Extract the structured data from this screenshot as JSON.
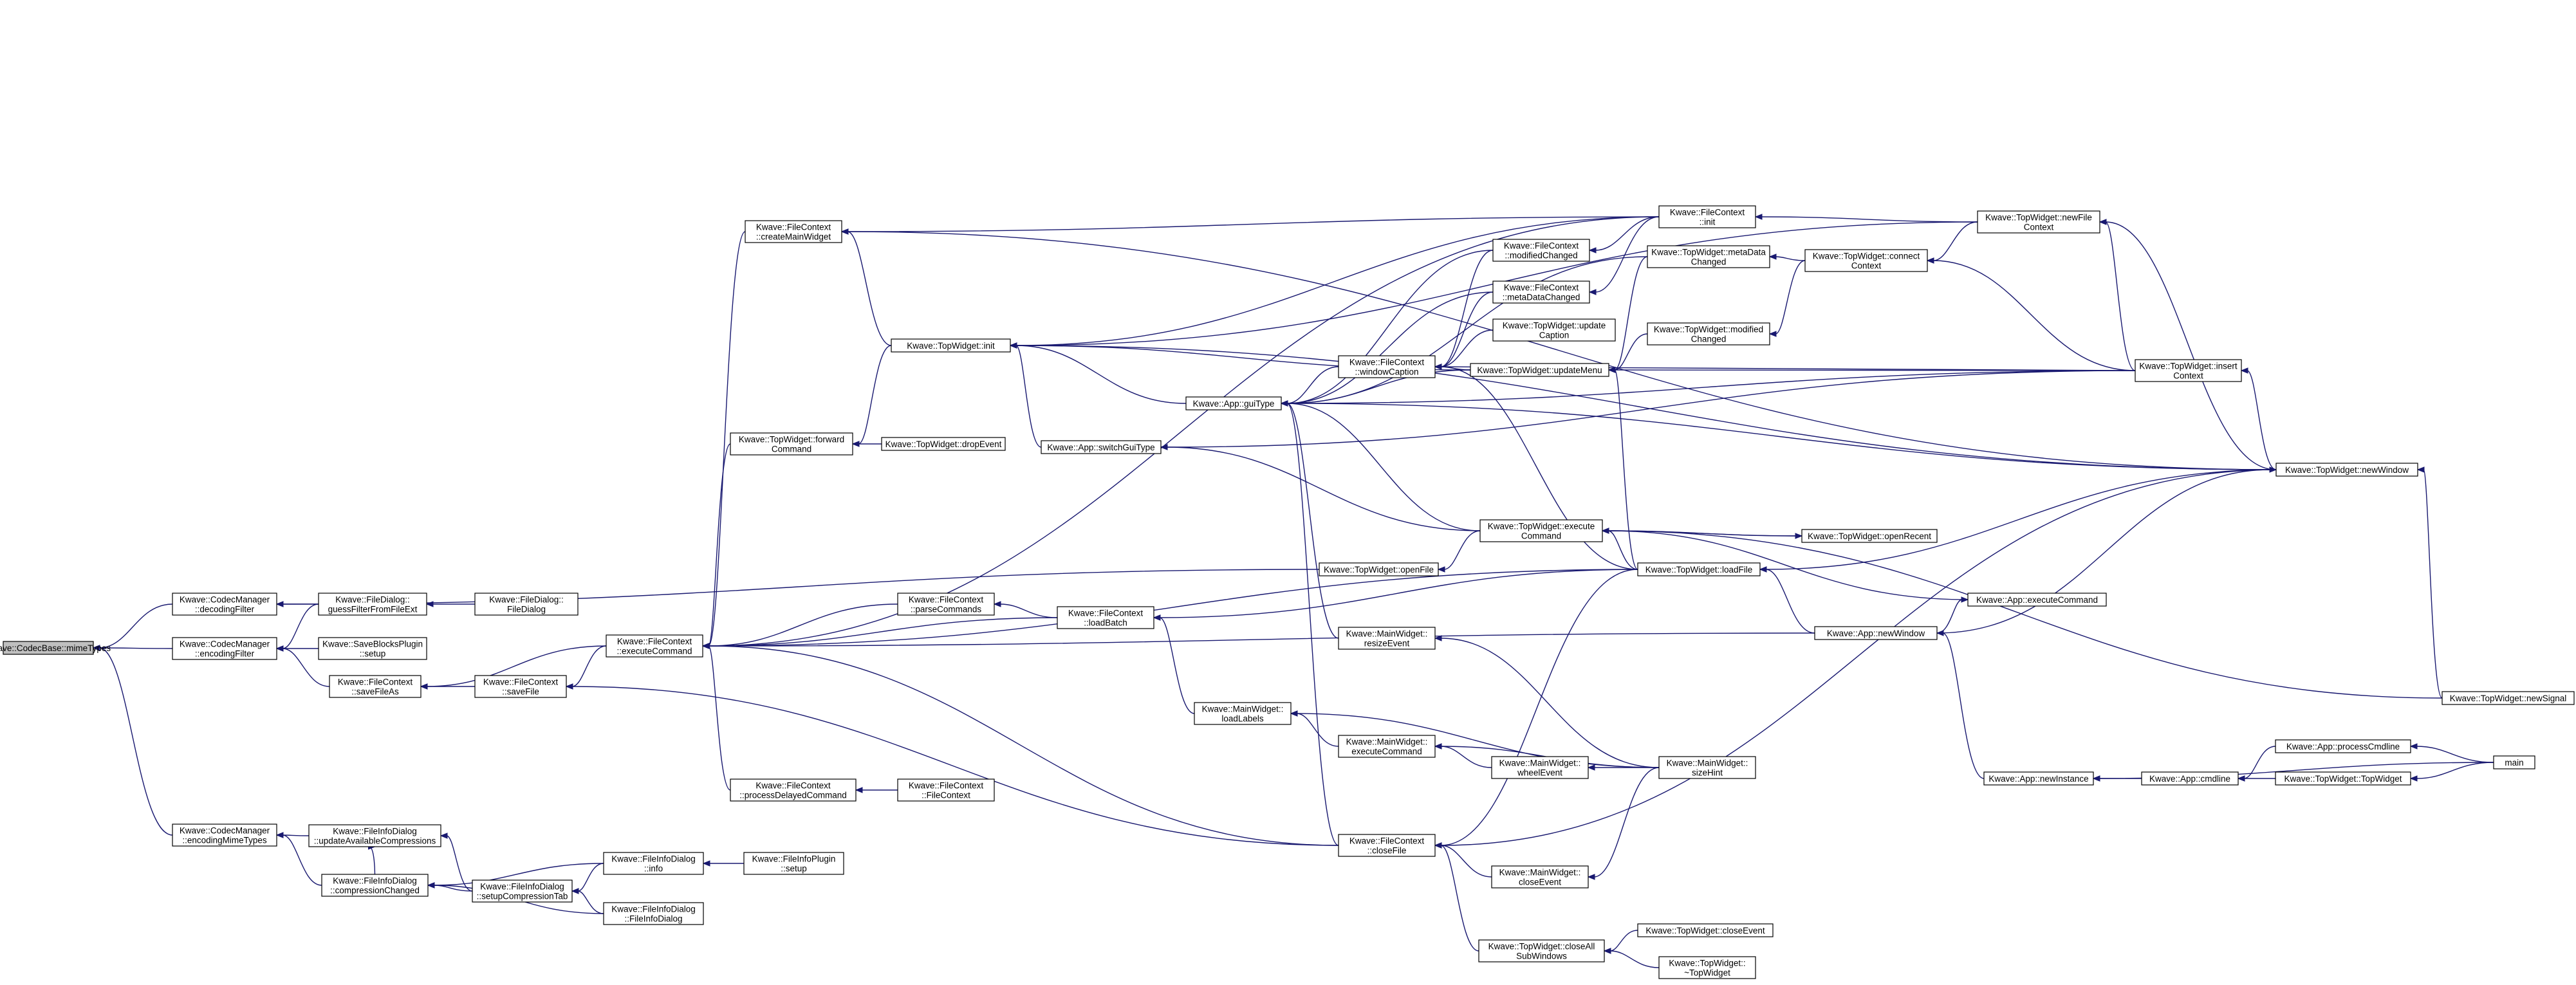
{
  "graph": {
    "title": "",
    "colors": {
      "edge": "#191970",
      "node_border": "#000000",
      "node_fill": "#ffffff",
      "root_fill": "#bfbfbf"
    },
    "nodes": [
      {
        "id": "codecbase_mimetypes",
        "lines": [
          "Kwave::CodecBase::mimeTypes"
        ],
        "root": true
      },
      {
        "id": "cm_decodingfilter",
        "lines": [
          "Kwave::CodecManager",
          "::decodingFilter"
        ]
      },
      {
        "id": "cm_encodingfilter",
        "lines": [
          "Kwave::CodecManager",
          "::encodingFilter"
        ]
      },
      {
        "id": "cm_encodingmimetypes",
        "lines": [
          "Kwave::CodecManager",
          "::encodingMimeTypes"
        ]
      },
      {
        "id": "fd_guessfilter",
        "lines": [
          "Kwave::FileDialog::",
          "guessFilterFromFileExt"
        ]
      },
      {
        "id": "fd_filedialog",
        "lines": [
          "Kwave::FileDialog::",
          "FileDialog"
        ]
      },
      {
        "id": "sbp_setup",
        "lines": [
          "Kwave::SaveBlocksPlugin",
          "::setup"
        ]
      },
      {
        "id": "fc_savefileas",
        "lines": [
          "Kwave::FileContext",
          "::saveFileAs"
        ]
      },
      {
        "id": "fc_savefile",
        "lines": [
          "Kwave::FileContext",
          "::saveFile"
        ]
      },
      {
        "id": "fc_executecommand",
        "lines": [
          "Kwave::FileContext",
          "::executeCommand"
        ]
      },
      {
        "id": "fc_createmainwidget",
        "lines": [
          "Kwave::FileContext",
          "::createMainWidget"
        ]
      },
      {
        "id": "tw_forwardcommand",
        "lines": [
          "Kwave::TopWidget::forward",
          "Command"
        ]
      },
      {
        "id": "tw_dropevent",
        "lines": [
          "Kwave::TopWidget::dropEvent"
        ]
      },
      {
        "id": "tw_init",
        "lines": [
          "Kwave::TopWidget::init"
        ]
      },
      {
        "id": "fc_parsecommands",
        "lines": [
          "Kwave::FileContext",
          "::parseCommands"
        ]
      },
      {
        "id": "fc_loadbatch",
        "lines": [
          "Kwave::FileContext",
          "::loadBatch"
        ]
      },
      {
        "id": "fc_processdelayed",
        "lines": [
          "Kwave::FileContext",
          "::processDelayedCommand"
        ]
      },
      {
        "id": "fc_filecontext",
        "lines": [
          "Kwave::FileContext",
          "::FileContext"
        ]
      },
      {
        "id": "app_guitype",
        "lines": [
          "Kwave::App::guiType"
        ]
      },
      {
        "id": "app_switchguitype",
        "lines": [
          "Kwave::App::switchGuiType"
        ]
      },
      {
        "id": "tw_openfile",
        "lines": [
          "Kwave::TopWidget::openFile"
        ]
      },
      {
        "id": "mw_loadlabels",
        "lines": [
          "Kwave::MainWidget::",
          "loadLabels"
        ]
      },
      {
        "id": "mw_resizeevent",
        "lines": [
          "Kwave::MainWidget::",
          "resizeEvent"
        ]
      },
      {
        "id": "fc_windowcaption",
        "lines": [
          "Kwave::FileContext",
          "::windowCaption"
        ]
      },
      {
        "id": "fc_modifiedchanged",
        "lines": [
          "Kwave::FileContext",
          "::modifiedChanged"
        ]
      },
      {
        "id": "fc_metadatachanged",
        "lines": [
          "Kwave::FileContext",
          "::metaDataChanged"
        ]
      },
      {
        "id": "fc_init",
        "lines": [
          "Kwave::FileContext",
          "::init"
        ]
      },
      {
        "id": "tw_metadatachanged",
        "lines": [
          "Kwave::TopWidget::metaData",
          "Changed"
        ]
      },
      {
        "id": "tw_updatecaption",
        "lines": [
          "Kwave::TopWidget::update",
          "Caption"
        ]
      },
      {
        "id": "tw_updatemenu",
        "lines": [
          "Kwave::TopWidget::updateMenu"
        ]
      },
      {
        "id": "tw_modifiedchanged",
        "lines": [
          "Kwave::TopWidget::modified",
          "Changed"
        ]
      },
      {
        "id": "tw_executecommand",
        "lines": [
          "Kwave::TopWidget::execute",
          "Command"
        ]
      },
      {
        "id": "tw_loadfile",
        "lines": [
          "Kwave::TopWidget::loadFile"
        ]
      },
      {
        "id": "tw_openrecent",
        "lines": [
          "Kwave::TopWidget::openRecent"
        ]
      },
      {
        "id": "mw_executecommand",
        "lines": [
          "Kwave::MainWidget::",
          "executeCommand"
        ]
      },
      {
        "id": "mw_wheelevent",
        "lines": [
          "Kwave::MainWidget::",
          "wheelEvent"
        ]
      },
      {
        "id": "mw_sizehint",
        "lines": [
          "Kwave::MainWidget::",
          "sizeHint"
        ]
      },
      {
        "id": "fc_closefile",
        "lines": [
          "Kwave::FileContext",
          "::closeFile"
        ]
      },
      {
        "id": "mw_closeevent",
        "lines": [
          "Kwave::MainWidget::",
          "closeEvent"
        ]
      },
      {
        "id": "tw_closeallsub",
        "lines": [
          "Kwave::TopWidget::closeAll",
          "SubWindows"
        ]
      },
      {
        "id": "tw_closeevent",
        "lines": [
          "Kwave::TopWidget::closeEvent"
        ]
      },
      {
        "id": "tw_dtor",
        "lines": [
          "Kwave::TopWidget::",
          "~TopWidget"
        ]
      },
      {
        "id": "tw_connectcontext",
        "lines": [
          "Kwave::TopWidget::connect",
          "Context"
        ]
      },
      {
        "id": "tw_newfilecontext",
        "lines": [
          "Kwave::TopWidget::newFile",
          "Context"
        ]
      },
      {
        "id": "tw_insertcontext",
        "lines": [
          "Kwave::TopWidget::insert",
          "Context"
        ]
      },
      {
        "id": "tw_newwindow",
        "lines": [
          "Kwave::TopWidget::newWindow"
        ]
      },
      {
        "id": "app_executecommand",
        "lines": [
          "Kwave::App::executeCommand"
        ]
      },
      {
        "id": "app_newwindow",
        "lines": [
          "Kwave::App::newWindow"
        ]
      },
      {
        "id": "tw_newsignal",
        "lines": [
          "Kwave::TopWidget::newSignal"
        ]
      },
      {
        "id": "app_newinstance",
        "lines": [
          "Kwave::App::newInstance"
        ]
      },
      {
        "id": "app_cmdline",
        "lines": [
          "Kwave::App::cmdline"
        ]
      },
      {
        "id": "app_processcmdline",
        "lines": [
          "Kwave::App::processCmdline"
        ]
      },
      {
        "id": "tw_topwidget",
        "lines": [
          "Kwave::TopWidget::TopWidget"
        ]
      },
      {
        "id": "main",
        "lines": [
          "main"
        ]
      },
      {
        "id": "fid_updateavail",
        "lines": [
          "Kwave::FileInfoDialog",
          "::updateAvailableCompressions"
        ]
      },
      {
        "id": "fid_compressionchanged",
        "lines": [
          "Kwave::FileInfoDialog",
          "::compressionChanged"
        ]
      },
      {
        "id": "fid_setupcompressiontab",
        "lines": [
          "Kwave::FileInfoDialog",
          "::setupCompressionTab"
        ]
      },
      {
        "id": "fid_info",
        "lines": [
          "Kwave::FileInfoDialog",
          "::info"
        ]
      },
      {
        "id": "fid_fileinfodialog",
        "lines": [
          "Kwave::FileInfoDialog",
          "::FileInfoDialog"
        ]
      },
      {
        "id": "fip_setup",
        "lines": [
          "Kwave::FileInfoPlugin",
          "::setup"
        ]
      }
    ]
  }
}
